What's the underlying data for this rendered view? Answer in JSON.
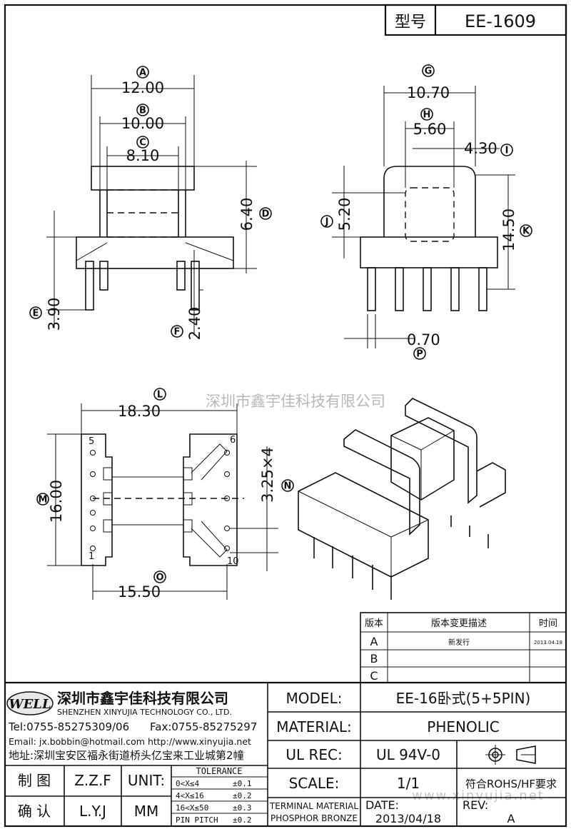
{
  "header": {
    "model_label": "型号",
    "model_value": "EE-1609"
  },
  "dimensions": {
    "A": "12.00",
    "B": "10.00",
    "C": "8.10",
    "D": "6.40",
    "E": "3.90",
    "F": "2.40",
    "G": "10.70",
    "H": "5.60",
    "I": "4.30",
    "J": "5.20",
    "K": "14.50",
    "P": "0.70",
    "L": "18.30",
    "M": "16.00",
    "N": "3.25×4",
    "O": "15.50"
  },
  "circle_labels": [
    "A",
    "B",
    "C",
    "D",
    "E",
    "F",
    "G",
    "H",
    "I",
    "J",
    "K",
    "P",
    "L",
    "M",
    "N",
    "O"
  ],
  "pin_numbers": {
    "p1": "1",
    "p5": "5",
    "p6": "6",
    "p10": "10"
  },
  "watermark": {
    "cn": "深圳市鑫宇佳科技有限公司",
    "url": "www.xinyujia.net"
  },
  "revision_table": {
    "headers": [
      "版本",
      "版本变更描述",
      "时间"
    ],
    "rows": [
      {
        "ver": "A",
        "desc": "新发行",
        "date": "2013.04.18"
      },
      {
        "ver": "B",
        "desc": "",
        "date": ""
      },
      {
        "ver": "C",
        "desc": "",
        "date": ""
      }
    ]
  },
  "company": {
    "logo_text": "WELL",
    "name_cn": "深圳市鑫宇佳科技有限公司",
    "name_en": "SHENZHEN XINYUJIA TECHNOLOGY CO., LTD.",
    "tel": "Tel:0755-85275309/06",
    "fax": "Fax:0755-85275297",
    "email": "Email: jx.bobbin@hotmail.com http://www.xinyujia.net",
    "address": "地址:深圳宝安区福永街道桥头亿宝来工业城第2幢"
  },
  "title_block": {
    "model_label": "MODEL:",
    "model_value": "EE-16卧式(5+5PIN)",
    "material_label": "MATERIAL:",
    "material_value": "PHENOLIC",
    "ulrec_label": "UL REC:",
    "ulrec_value": "UL 94V-0",
    "scale_label": "SCALE:",
    "scale_value": "1/1",
    "rohs": "符合ROHS/HF要求",
    "drawn_label": "制 图",
    "drawn_value": "Z.Z.F",
    "check_label": "确 认",
    "check_value": "L.Y.J",
    "unit_label": "UNIT:",
    "unit_value": "MM",
    "tolerance_title": "TOLERANCE",
    "tolerance_rows": [
      {
        "range": "0<X≤4",
        "tol": "±0.1"
      },
      {
        "range": "4<X≤16",
        "tol": "±0.2"
      },
      {
        "range": "16<X≤50",
        "tol": "±0.3"
      },
      {
        "range": "PIN PITCH",
        "tol": "±0.2"
      }
    ],
    "terminal_line1": "TERMINAL MATERIAL",
    "terminal_line2": "PHOSPHOR BRONZE",
    "date_label": "DATE:",
    "date_value": "2013/04/18",
    "rev_label": "REV:",
    "rev_value": "A"
  }
}
